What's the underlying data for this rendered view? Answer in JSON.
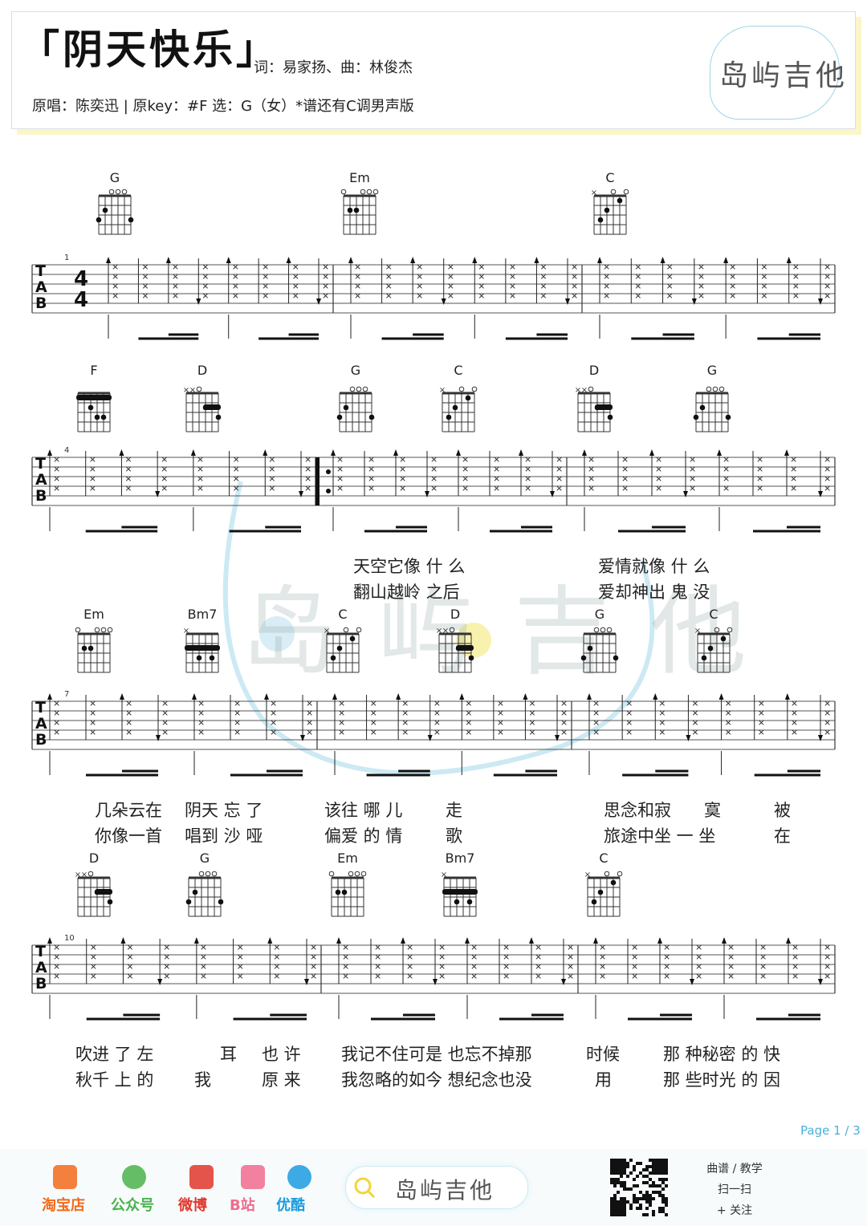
{
  "header": {
    "title": "「阴天快乐」",
    "credits": "词：易家扬、曲：林俊杰",
    "subinfo": "原唱：陈奕迅 | 原key：#F  选：G（女）*谱还有C调男声版",
    "logo": "岛屿吉他"
  },
  "watermark": "岛屿吉他",
  "time_signature": "4/4",
  "tab_letters": [
    "T",
    "A",
    "B"
  ],
  "systems": [
    {
      "start_measure": "1",
      "chords": [
        "G",
        "Em",
        "C"
      ],
      "lyrics": []
    },
    {
      "start_measure": "4",
      "chords": [
        "F",
        "D",
        "G",
        "C",
        "D",
        "G"
      ],
      "lyrics": [
        {
          "text": "天空它像 什 么"
        },
        {
          "text": "翻山越岭 之后"
        },
        {
          "text": "爱情就像  什 么"
        },
        {
          "text": "爱却神出  鬼 没"
        }
      ]
    },
    {
      "start_measure": "7",
      "chords": [
        "Em",
        "Bm7",
        "C",
        "D",
        "G",
        "C"
      ],
      "lyrics": [
        {
          "text": "几朵云在"
        },
        {
          "text": "阴天  忘  了"
        },
        {
          "text": "该往  哪  儿"
        },
        {
          "text": "走"
        },
        {
          "text": "思念和寂"
        },
        {
          "text": "寞"
        },
        {
          "text": "被"
        },
        {
          "text": "你像一首"
        },
        {
          "text": "唱到  沙  哑"
        },
        {
          "text": "偏爱  的  情"
        },
        {
          "text": "歌"
        },
        {
          "text": "旅途中坐  一 坐"
        },
        {
          "text": "在"
        }
      ]
    },
    {
      "start_measure": "10",
      "chords": [
        "D",
        "G",
        "Em",
        "Bm7",
        "C"
      ],
      "lyrics": [
        {
          "text": "吹进  了  左"
        },
        {
          "text": "耳"
        },
        {
          "text": "也 许"
        },
        {
          "text": "我记不住可是  也忘不掉那"
        },
        {
          "text": "时候"
        },
        {
          "text": "那  种秘密 的  快"
        },
        {
          "text": "秋千  上  的"
        },
        {
          "text": "我"
        },
        {
          "text": "原 来"
        },
        {
          "text": "我忽略的如今  想纪念也没"
        },
        {
          "text": "用"
        },
        {
          "text": "那  些时光 的  因"
        }
      ]
    }
  ],
  "page": "Page 1 / 3",
  "footer": {
    "links": [
      "淘宝店",
      "公众号",
      "微博",
      "B站",
      "优酷"
    ],
    "link_colors": [
      "#f26a1b",
      "#4bb34b",
      "#e0362c",
      "#f06b8d",
      "#1b9be0"
    ],
    "icons": [
      "taobao-icon",
      "wechat-icon",
      "weibo-icon",
      "bilibili-icon",
      "youku-icon"
    ],
    "search_label": "岛屿吉他",
    "qr_lines": [
      "曲谱 / 教学",
      "扫一扫",
      "+ 关注"
    ]
  }
}
